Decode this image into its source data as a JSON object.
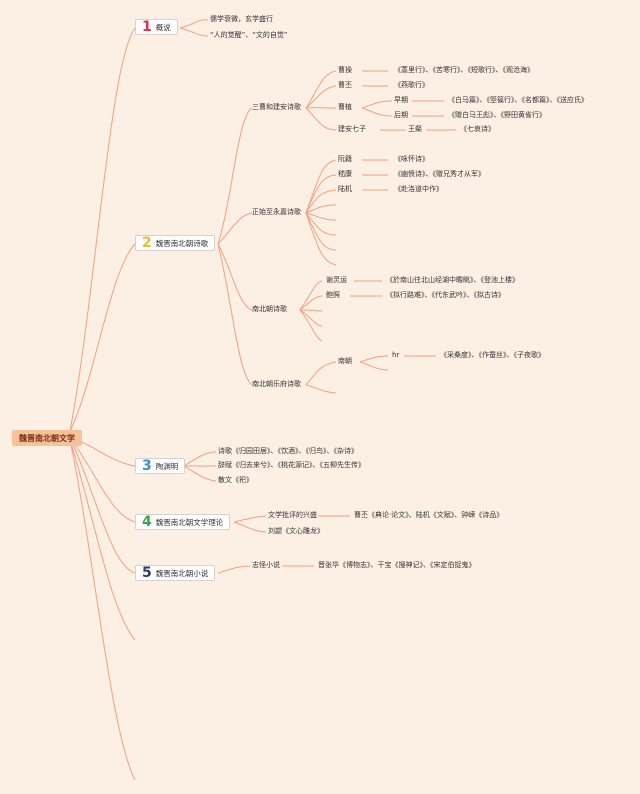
{
  "root": "魏晋南北朝文学",
  "colors": {
    "link": "#f1a27f",
    "n1": "#d6334c",
    "n2": "#e3c12f",
    "n3": "#3a8fd6",
    "n4": "#3aa24a",
    "n5": "#2c3a6e"
  },
  "sections": [
    {
      "num": "1",
      "label": "概说"
    },
    {
      "num": "2",
      "label": "魏晋南北朝诗歌"
    },
    {
      "num": "3",
      "label": "陶渊明"
    },
    {
      "num": "4",
      "label": "魏晋南北朝文学理论"
    },
    {
      "num": "5",
      "label": "魏晋南北朝小说"
    }
  ],
  "s1": {
    "a": "儒学衰微，玄学盛行",
    "b": "“人的觉醒”、“文的自觉”"
  },
  "s2": {
    "g1": "三曹和建安诗歌",
    "caocao": "曹操",
    "caocao_works": "《蒿里行》、《苦寒行》、《短歌行》、《观沧海》",
    "caopi": "曹丕",
    "caopi_works": "《燕歌行》",
    "caozhi": "曹植",
    "early": "早期",
    "early_works": "《白马篇》、《箜篌行》、《名都篇》、《送应氏》",
    "late": "后期",
    "late_works": "《赠白马王彪》、《野田黄雀行》",
    "jianan": "建安七子",
    "wangcan": "王粲",
    "wangcan_works": "《七哀诗》",
    "g2": "正始至永嘉诗歌",
    "ruanji": "阮籍",
    "ruanji_works": "《咏怀诗》",
    "jikang": "嵇康",
    "jikang_works": "《幽愤诗》、《赠兄秀才从军》",
    "luji": "陆机",
    "luji_works": "《赴洛道中作》",
    "g3": "南北朝诗歌",
    "xie": "谢灵运",
    "xie_works": "《於南山往北山经湖中瞻眺》、《登池上楼》",
    "bao": "鲍照",
    "bao_works": "《拟行路难》、《代东武吟》、《拟古诗》",
    "g4": "南北朝乐府诗歌",
    "nanchao": "南朝",
    "nc_kid": "hr",
    "nc_works": "《采桑度》、《作蚕丝》、《子夜歌》"
  },
  "s3": {
    "a": "诗歌《归园田居》、《饮酒》、《归鸟》、《杂诗》",
    "b": "辞赋《归去来兮》、《桃花源记》、《五柳先生传》",
    "c": "散文《祀》"
  },
  "s4": {
    "a": "文学批评的兴盛",
    "a_works": "曹丕《典论·论文》、陆机《文赋》、钟嵘《诗品》",
    "b": "刘勰《文心雕龙》"
  },
  "s5": {
    "a": "志怪小说",
    "a_works": "晋张华《博物志》、干宝《搜神记》、《宋定伯捉鬼》"
  }
}
